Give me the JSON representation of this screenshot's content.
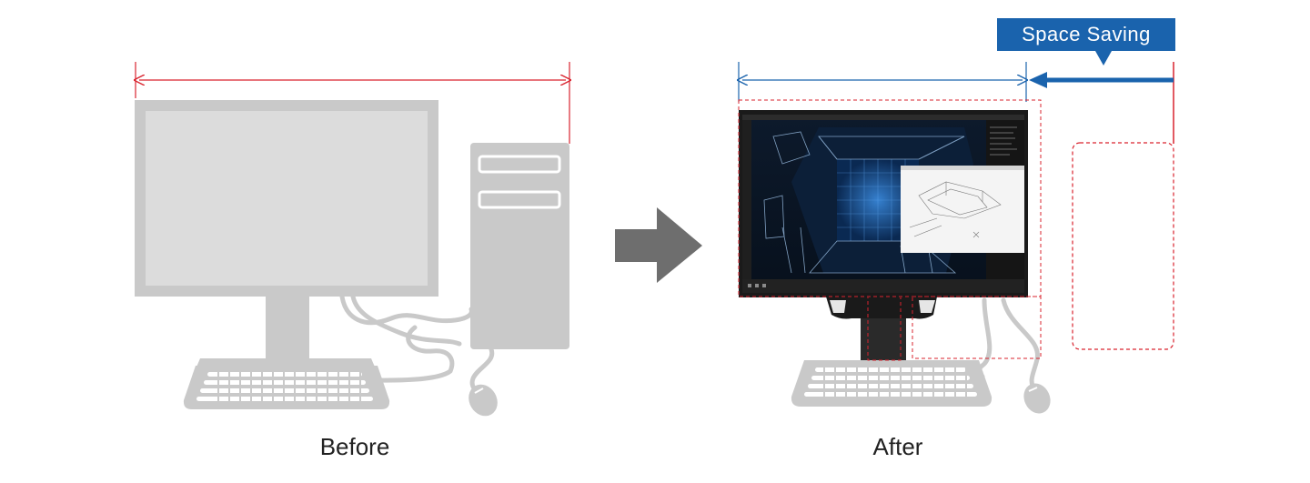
{
  "labels": {
    "before": "Before",
    "after": "After",
    "callout": "Space Saving"
  },
  "colors": {
    "equipment_gray": "#c9c9c9",
    "measure_red": "#d9232e",
    "measure_blue": "#1a63ad",
    "arrow_gray": "#6e6e6e",
    "monitor_frame": "#1a1a1a",
    "stand_dark": "#2a2a2a"
  },
  "icons": [
    "desktop-monitor-icon",
    "pc-tower-icon",
    "keyboard-icon",
    "mouse-icon",
    "transition-arrow-icon",
    "compact-pc-monitor-icon"
  ]
}
